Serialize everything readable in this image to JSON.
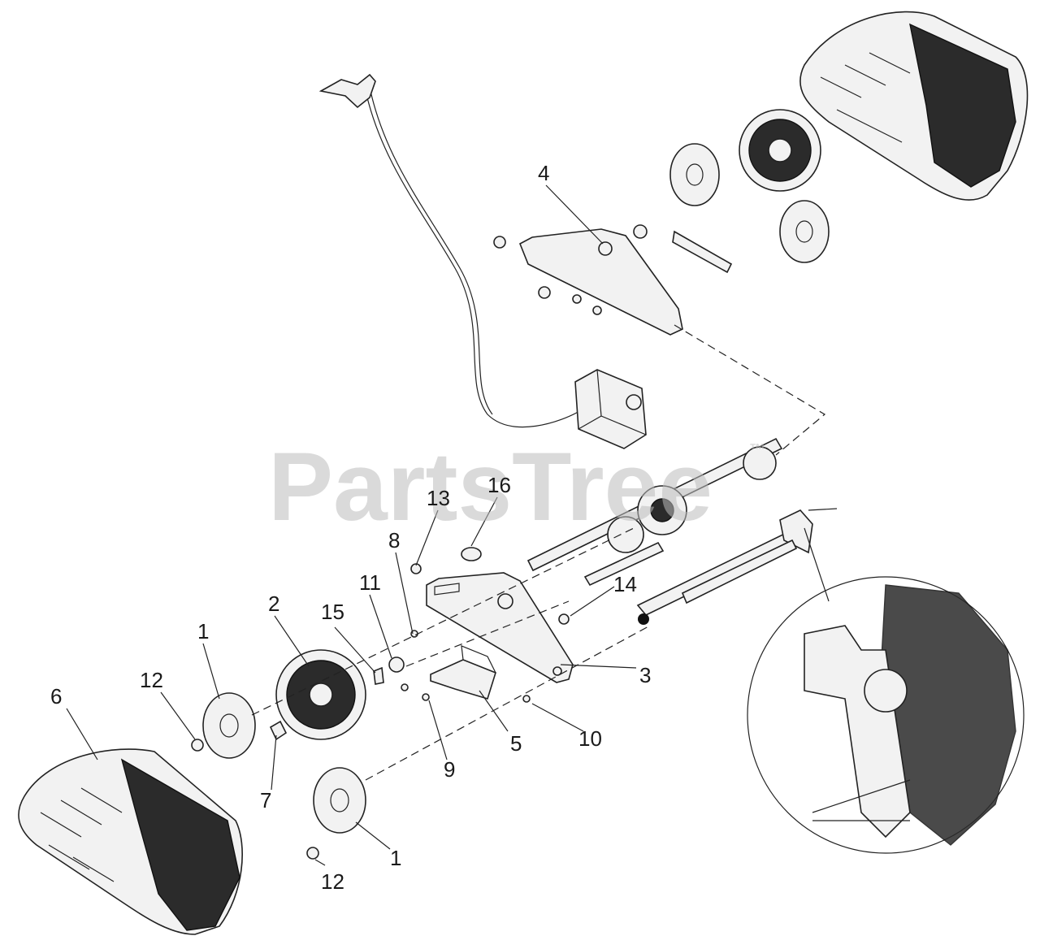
{
  "watermark": {
    "text": "PartsTree",
    "mark": "™"
  },
  "callouts": [
    {
      "id": "label-1-top",
      "text": "1"
    },
    {
      "id": "label-2",
      "text": "2"
    },
    {
      "id": "label-3",
      "text": "3"
    },
    {
      "id": "label-4",
      "text": "4"
    },
    {
      "id": "label-5",
      "text": "5"
    },
    {
      "id": "label-6",
      "text": "6"
    },
    {
      "id": "label-7",
      "text": "7"
    },
    {
      "id": "label-8",
      "text": "8"
    },
    {
      "id": "label-9",
      "text": "9"
    },
    {
      "id": "label-10",
      "text": "10"
    },
    {
      "id": "label-11",
      "text": "11"
    },
    {
      "id": "label-12-top",
      "text": "12"
    },
    {
      "id": "label-13",
      "text": "13"
    },
    {
      "id": "label-14",
      "text": "14"
    },
    {
      "id": "label-15",
      "text": "15"
    },
    {
      "id": "label-16",
      "text": "16"
    },
    {
      "id": "label-12-bottom",
      "text": "12"
    },
    {
      "id": "label-1-bottom",
      "text": "1"
    }
  ],
  "icons": {
    "track": "rubber-track-icon",
    "sprocket": "drive-sprocket-icon",
    "bogie": "bogie-wheel-icon",
    "bracket": "mounting-plate-icon",
    "gearbox": "gearbox-icon",
    "axle": "drive-axle-icon",
    "cable": "control-cable-icon",
    "detail": "detail-view-icon"
  },
  "colors": {
    "ink": "#222222",
    "watermark": "#bdbdbd",
    "background": "#ffffff"
  }
}
